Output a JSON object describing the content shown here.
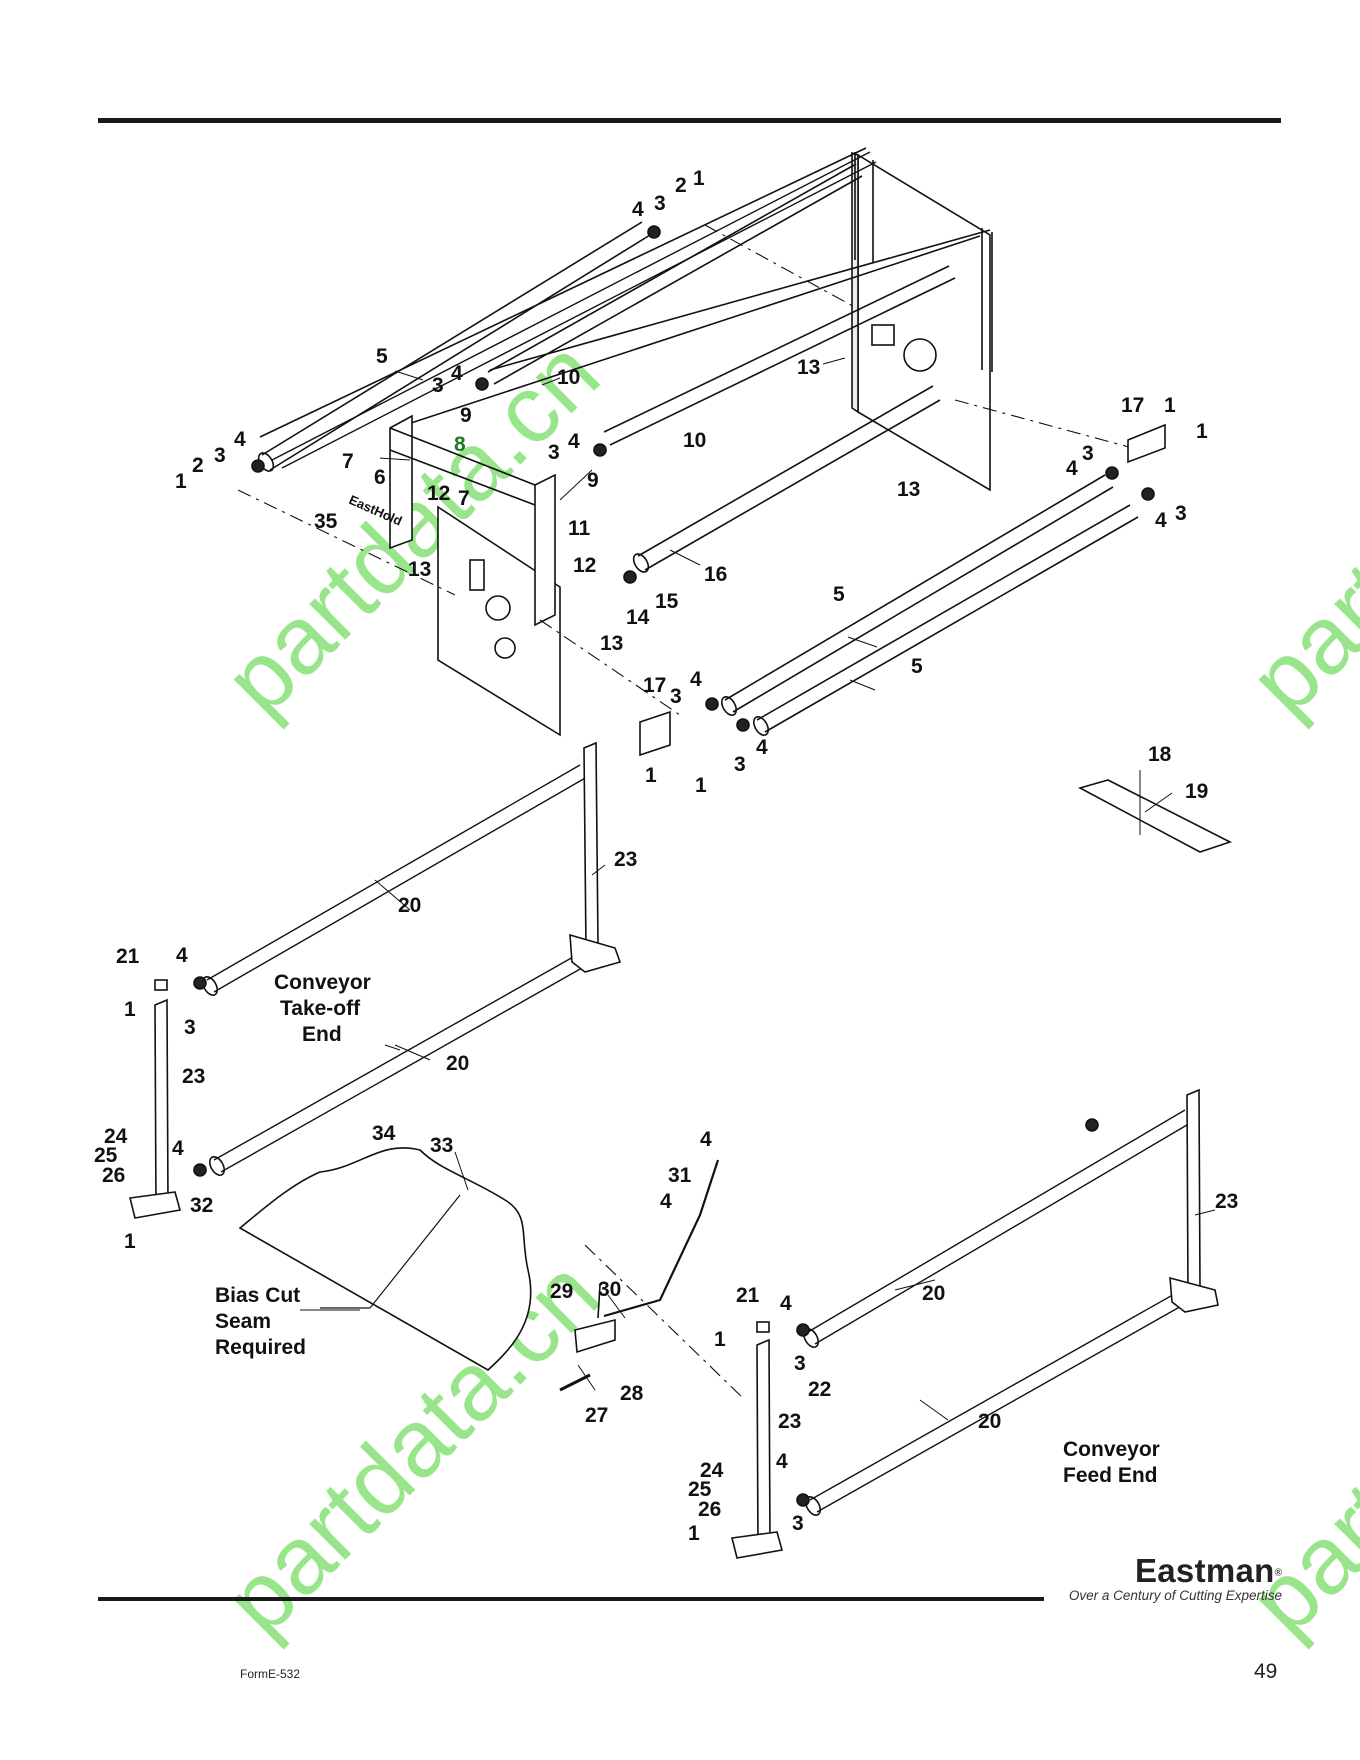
{
  "diagram": {
    "part_labels": [
      "1",
      "2",
      "3",
      "4",
      "5",
      "6",
      "7",
      "8",
      "9",
      "10",
      "11",
      "12",
      "13",
      "14",
      "15",
      "16",
      "17",
      "18",
      "19",
      "20",
      "21",
      "22",
      "23",
      "24",
      "25",
      "26",
      "27",
      "28",
      "29",
      "30",
      "31",
      "32",
      "33",
      "34",
      "35"
    ],
    "captions": {
      "takeoff": [
        "Conveyor",
        "Take-off",
        "End"
      ],
      "feed": [
        "Conveyor",
        "Feed End"
      ],
      "bias": [
        "Bias Cut",
        "Seam",
        "Required"
      ],
      "plate_stamp": "EastHold"
    },
    "watermark": "partdata.cn",
    "colors": {
      "line": "#111111",
      "watermark": "#77dd66",
      "label_highlight": "#1f7a1f"
    }
  },
  "footer": {
    "brand": "Eastman",
    "brand_mark": "®",
    "tagline": "Over a Century of Cutting Expertise",
    "form_number": "FormE-532",
    "page_number": "49"
  }
}
